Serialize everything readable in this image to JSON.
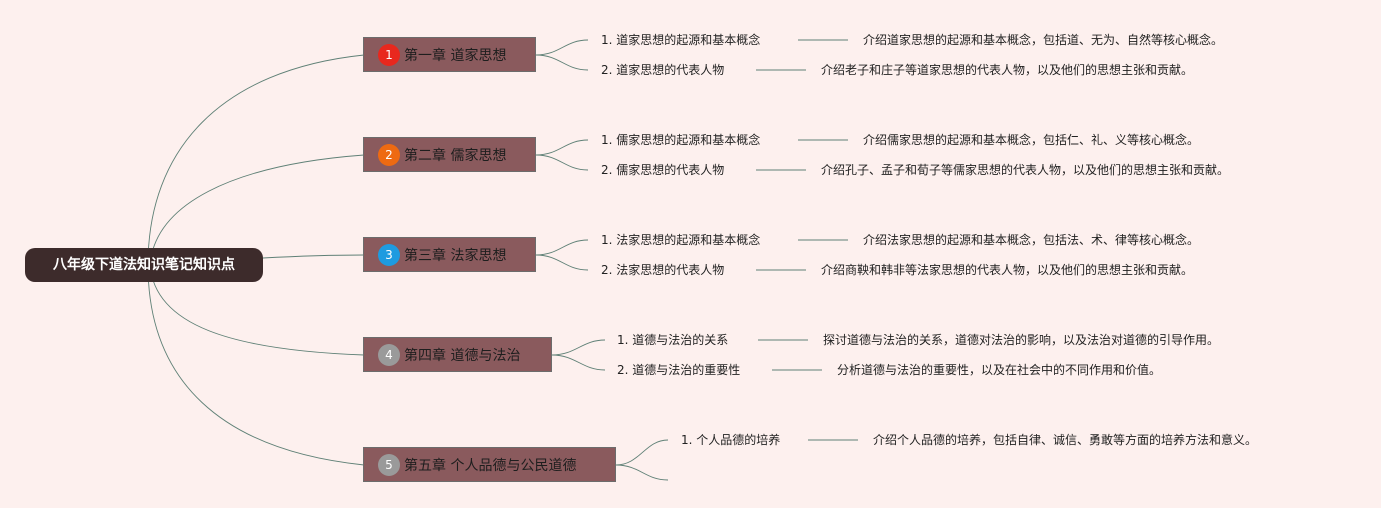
{
  "root": {
    "label": "八年级下道法知识笔记知识点"
  },
  "chapters": [
    {
      "num": "1",
      "num_color": "#e8281e",
      "title": "第一章 道家思想",
      "topics": [
        {
          "label": "1. 道家思想的起源和基本概念",
          "desc": "介绍道家思想的起源和基本概念，包括道、无为、自然等核心概念。"
        },
        {
          "label": "2. 道家思想的代表人物",
          "desc": "介绍老子和庄子等道家思想的代表人物，以及他们的思想主张和贡献。"
        }
      ]
    },
    {
      "num": "2",
      "num_color": "#ee6a12",
      "title": "第二章 儒家思想",
      "topics": [
        {
          "label": "1. 儒家思想的起源和基本概念",
          "desc": "介绍儒家思想的起源和基本概念，包括仁、礼、义等核心概念。"
        },
        {
          "label": "2. 儒家思想的代表人物",
          "desc": "介绍孔子、孟子和荀子等儒家思想的代表人物，以及他们的思想主张和贡献。"
        }
      ]
    },
    {
      "num": "3",
      "num_color": "#1e9be0",
      "title": "第三章 法家思想",
      "topics": [
        {
          "label": "1. 法家思想的起源和基本概念",
          "desc": "介绍法家思想的起源和基本概念，包括法、术、律等核心概念。"
        },
        {
          "label": "2. 法家思想的代表人物",
          "desc": "介绍商鞅和韩非等法家思想的代表人物，以及他们的思想主张和贡献。"
        }
      ]
    },
    {
      "num": "4",
      "num_color": "#9a9a9a",
      "title": "第四章 道德与法治",
      "topics": [
        {
          "label": "1. 道德与法治的关系",
          "desc": "探讨道德与法治的关系，道德对法治的影响，以及法治对道德的引导作用。"
        },
        {
          "label": "2. 道德与法治的重要性",
          "desc": "分析道德与法治的重要性，以及在社会中的不同作用和价值。"
        }
      ]
    },
    {
      "num": "5",
      "num_color": "#9a9a9a",
      "title": "第五章 个人品德与公民道德",
      "topics": [
        {
          "label": "1. 个人品德的培养",
          "desc": "介绍个人品德的培养，包括自律、诚信、勇敢等方面的培养方法和意义。"
        },
        {
          "label": "",
          "desc": ""
        }
      ]
    }
  ],
  "colors": {
    "background": "#fdf0ee",
    "root_fill": "#3d2b2b",
    "chapter_fill": "#8a5a5d",
    "connector": "#5f8076"
  }
}
